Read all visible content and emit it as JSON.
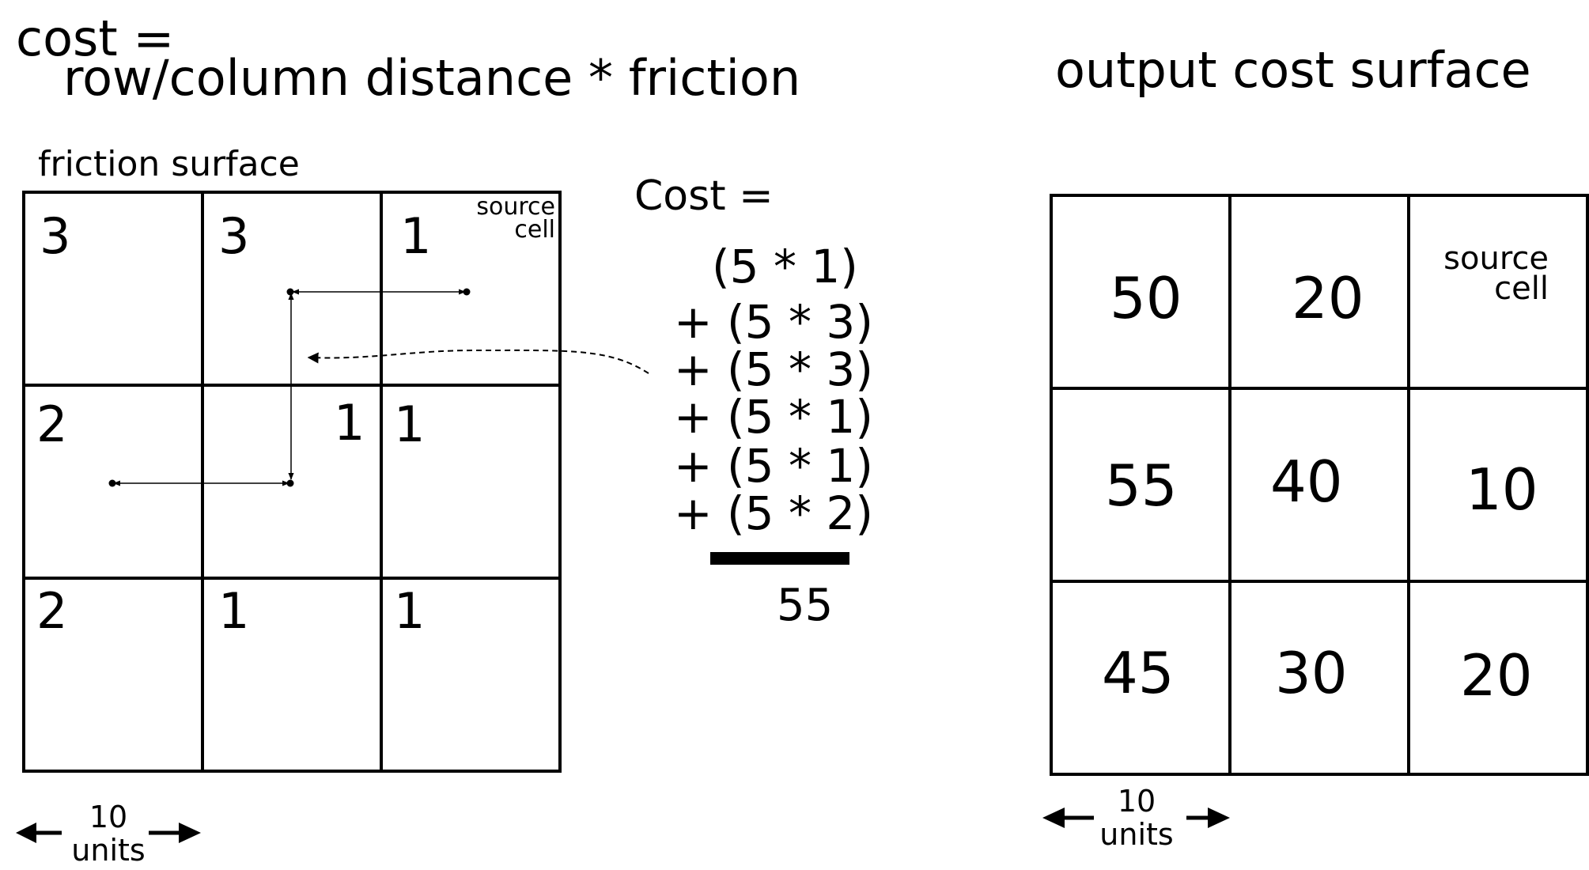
{
  "formula": {
    "line1": "cost =",
    "line2": "row/column distance * friction"
  },
  "output_title": "output cost surface",
  "friction_surface": {
    "label": "friction surface",
    "source_cell_note": "source\ncell",
    "cells": [
      [
        "3",
        "3",
        "1"
      ],
      [
        "2",
        "",
        "1"
      ],
      [
        "2",
        "1",
        "1"
      ]
    ],
    "extra_value": "1"
  },
  "cost_calc": {
    "label": "Cost =",
    "terms": [
      "(5 * 1)",
      "+ (5 * 3)",
      "+ (5 * 3)",
      "+ (5 * 1)",
      "+ (5 * 1)",
      "+ (5 * 2)"
    ],
    "total": "55"
  },
  "output_surface": {
    "source_cell_note": "source\ncell",
    "cells": [
      [
        "50",
        "20",
        ""
      ],
      [
        "55",
        "40",
        "10"
      ],
      [
        "45",
        "30",
        "20"
      ]
    ]
  },
  "scale": {
    "value": "10",
    "unit": "units"
  }
}
